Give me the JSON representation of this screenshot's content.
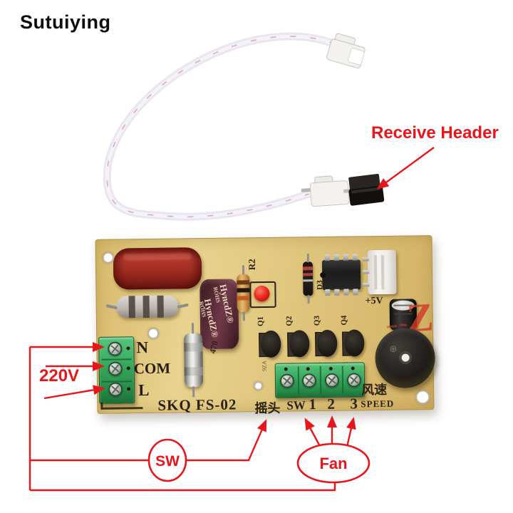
{
  "brand": "Sutuiying",
  "annotations": {
    "receive_header_label": "Receive Header",
    "voltage_label": "220V",
    "sw_label": "SW",
    "fan_label": "Fan",
    "accent_color": "#e8151b"
  },
  "board": {
    "model": "SKQ FS-02",
    "board_color": "#dfc379",
    "capacitor_brand": "HyncdZ®",
    "capacitor_cert": "ROHS",
    "silkscreen": {
      "terminals_left": [
        "N",
        "COM",
        "L"
      ],
      "oscillate_cn": "摇头",
      "oscillate_en": "SW",
      "fan_speeds": [
        "1",
        "2",
        "3"
      ],
      "speed_cn": "风速",
      "speed_en": "SPEED",
      "power_header": "+5V",
      "resistor_ref": "R2",
      "diode_ref": "D3",
      "cap_value": "470",
      "transistor_refs": [
        "Q1",
        "Q2",
        "Q3",
        "Q4"
      ]
    }
  }
}
